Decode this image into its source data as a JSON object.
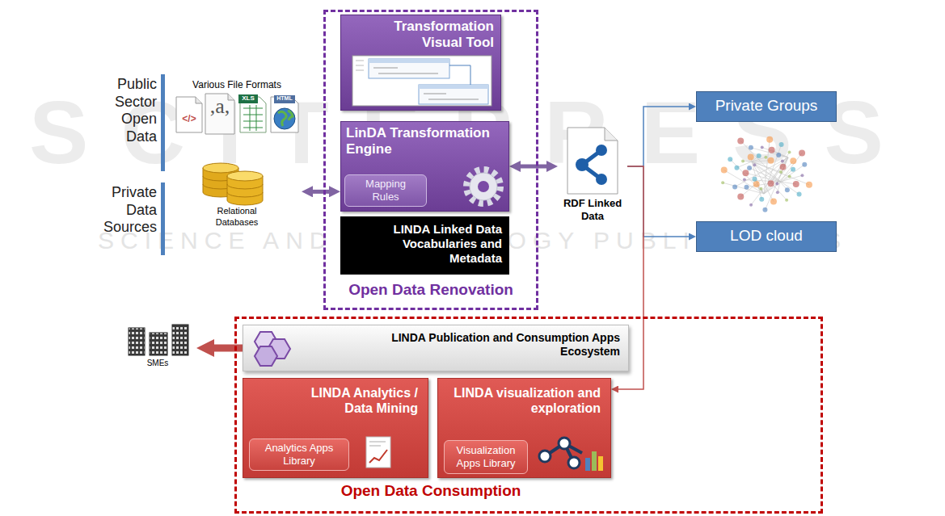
{
  "diagram": {
    "nodes": [
      {
        "text": [
          "Various File Formats",
          "Relational Databases"
        ]
      },
      {
        "text": [
          "Open Data Renovation"
        ]
      },
      {
        "text": [
          "Transformation Visual Tool"
        ],
        "in": 1
      },
      {
        "text": [
          "LinDA Transformation Engine"
        ],
        "in": 1
      },
      {
        "text": [
          "Mapping Rules"
        ],
        "in": 3
      },
      {
        "text": [
          "LINDA Linked Data Vocabularies and Metadata"
        ],
        "in": 1
      },
      {
        "text": [
          "RDF Linked Data"
        ]
      },
      {
        "text": [
          "Private Groups"
        ]
      },
      {
        "text": [
          "LOD cloud"
        ]
      },
      {
        "text": [
          "SMEs"
        ]
      },
      {
        "text": [
          "Open Data Consumption"
        ]
      },
      {
        "text": [
          "LINDA Publication and Consumption Apps Ecosystem"
        ],
        "in": 10
      },
      {
        "text": [
          "LINDA Analytics / Data Mining"
        ],
        "in": 10
      },
      {
        "text": [
          "Analytics Apps Library"
        ],
        "in": 12
      },
      {
        "text": [
          "LINDA visualization and exploration"
        ],
        "in": 10
      },
      {
        "text": [
          "Visualization Apps Library"
        ],
        "in": 14
      }
    ],
    "edges": [
      {
        "from": 0,
        "to": 3,
        "arrow": "both"
      },
      {
        "from": 3,
        "to": 6,
        "arrow": "both"
      },
      {
        "from": 6,
        "to": 7,
        "arrow": "to"
      },
      {
        "from": 6,
        "to": 8,
        "arrow": "to"
      },
      {
        "from": 6,
        "to": 14,
        "arrow": "to"
      },
      {
        "from": 11,
        "to": 9,
        "arrow": "to"
      }
    ],
    "labels": [
      "Public Sector Open Data",
      "Private Data Sources",
      "</>",
      ",a,",
      "XLS",
      "HTML",
      "SCITEPRESS",
      "SCIENCE AND TECHNOLOGY PUBLICATIONS"
    ]
  }
}
